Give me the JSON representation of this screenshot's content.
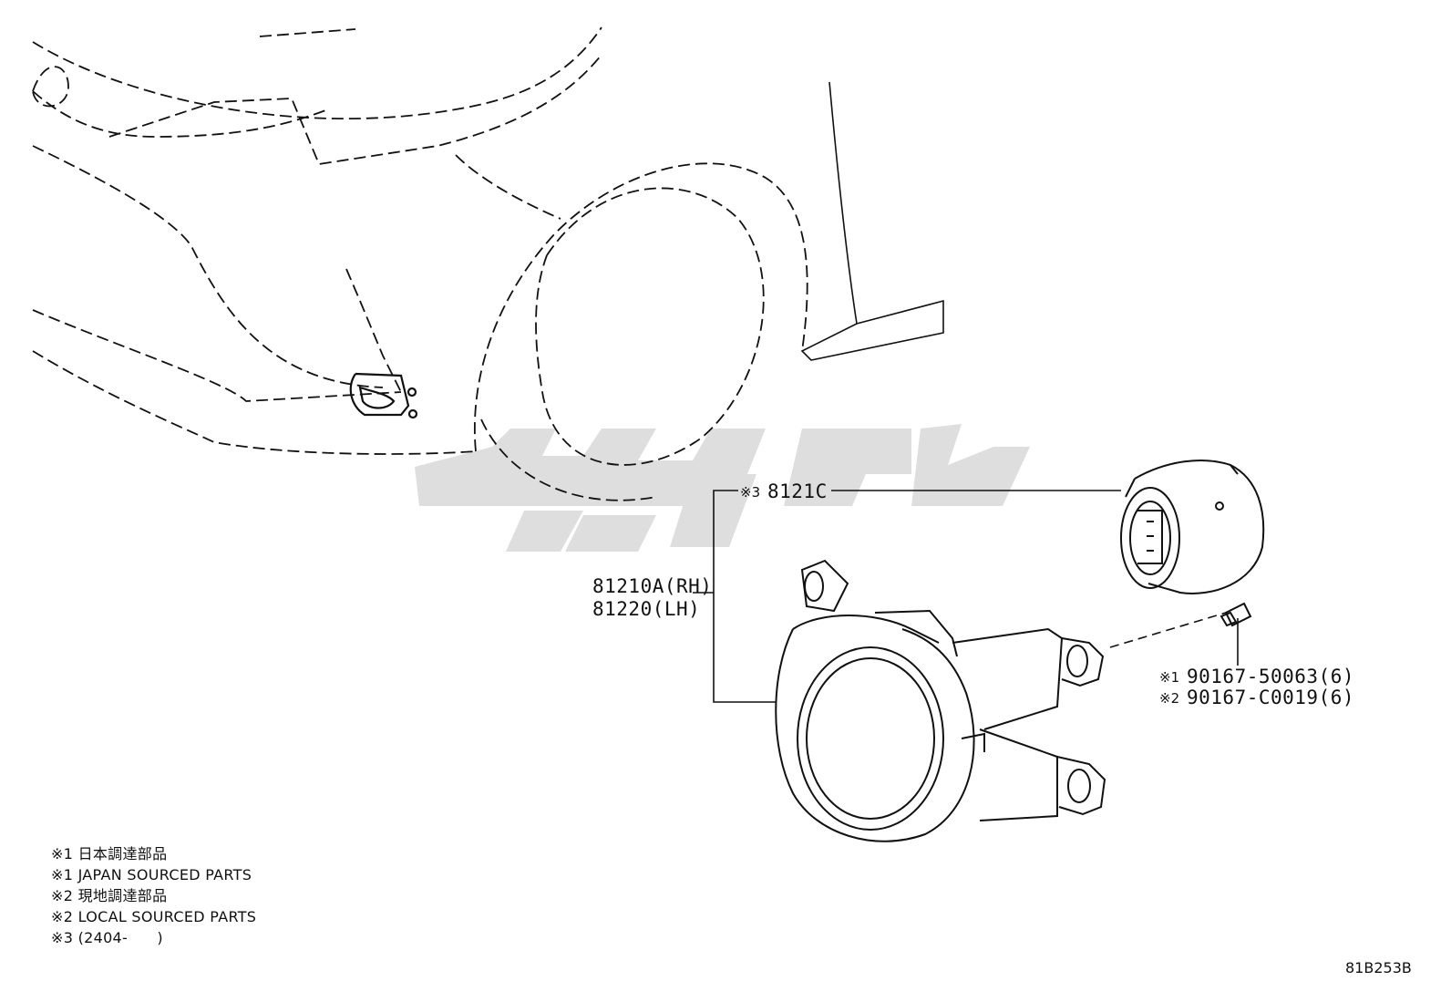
{
  "callouts": {
    "cover_part": {
      "mark": "※3",
      "number": "8121C"
    },
    "lamp_part": {
      "rh": "81210A(RH)",
      "lh": "81220(LH)"
    },
    "screw_1": {
      "mark": "※1",
      "number": "90167-50063(6)"
    },
    "screw_2": {
      "mark": "※2",
      "number": "90167-C0019(6)"
    }
  },
  "legend": [
    "※1 日本調達部品",
    "※1 JAPAN SOURCED PARTS",
    "※2 現地調達部品",
    "※2 LOCAL SOURCED PARTS",
    "※3 (2404-      )"
  ],
  "diagram_code": "81B253B",
  "colors": {
    "line": "#111111",
    "watermark": "#8a8a8a",
    "background": "#ffffff"
  }
}
